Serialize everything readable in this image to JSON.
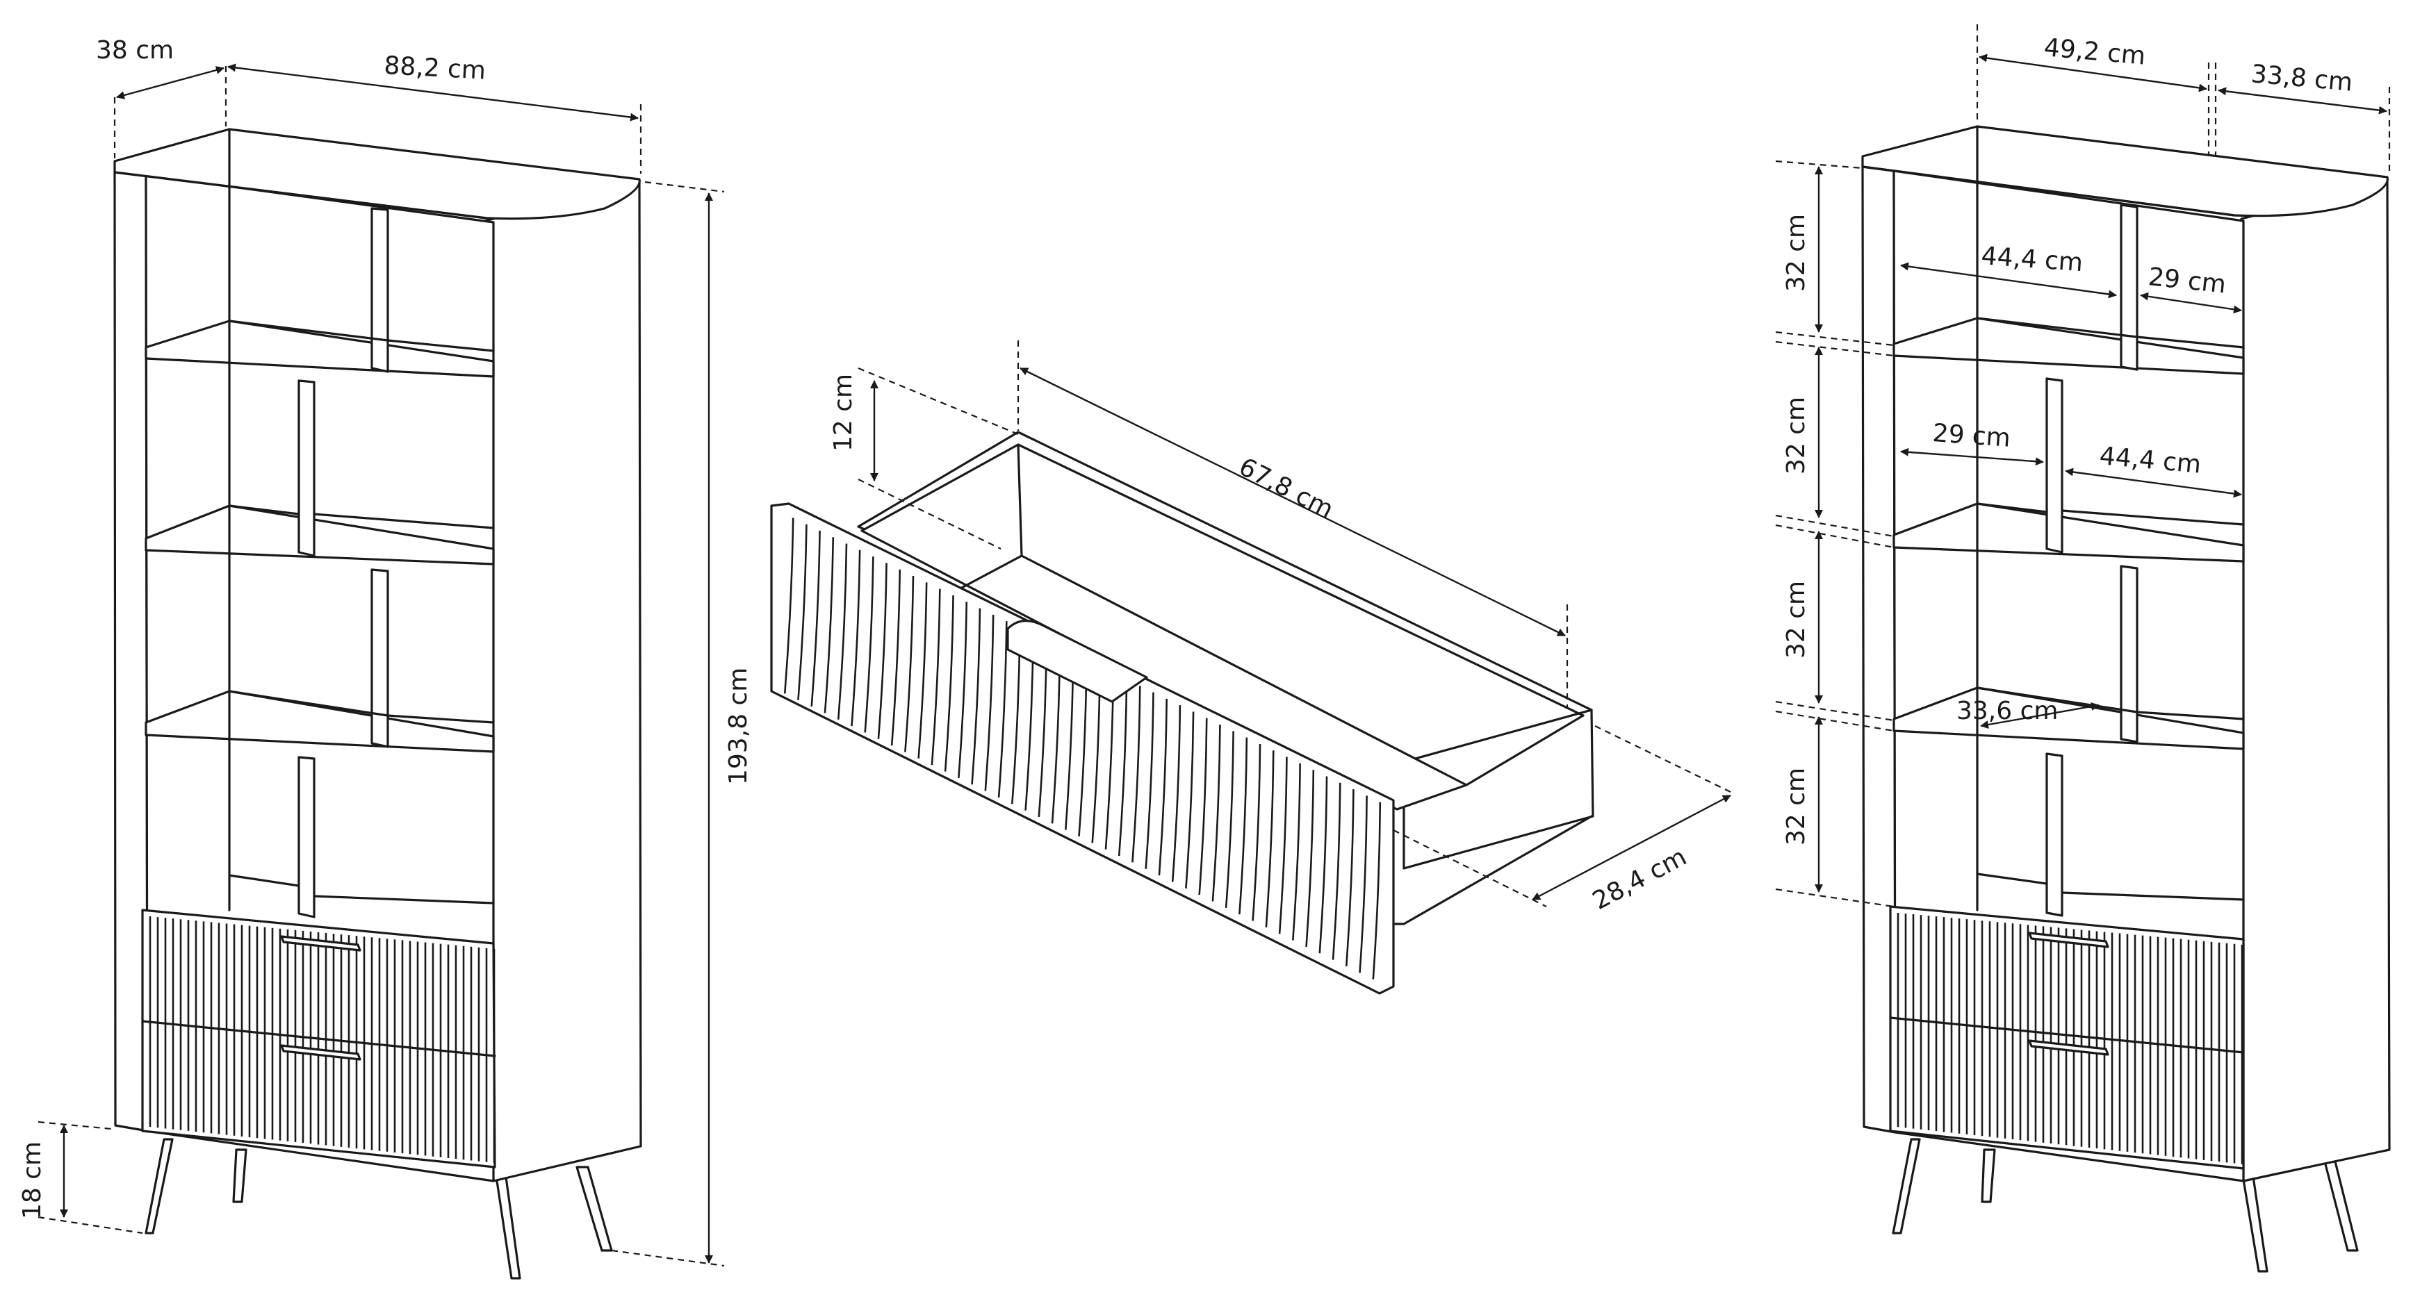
{
  "colors": {
    "line": "#1a1a1a",
    "background": "#ffffff"
  },
  "left_unit": {
    "depth": "38 cm",
    "width": "88,2 cm",
    "height": "193,8 cm",
    "leg_height": "18 cm"
  },
  "drawer": {
    "height": "12 cm",
    "length": "67,8 cm",
    "depth": "28,4 cm"
  },
  "right_unit": {
    "width": "49,2 cm",
    "depth": "33,8 cm",
    "compartment_heights": [
      "32 cm",
      "32 cm",
      "32 cm",
      "32 cm"
    ],
    "row1_left_width": "44,4 cm",
    "row1_right_width": "29 cm",
    "row2_left_width": "29 cm",
    "row2_right_width": "44,4 cm",
    "row3_depth": "33,6 cm"
  }
}
